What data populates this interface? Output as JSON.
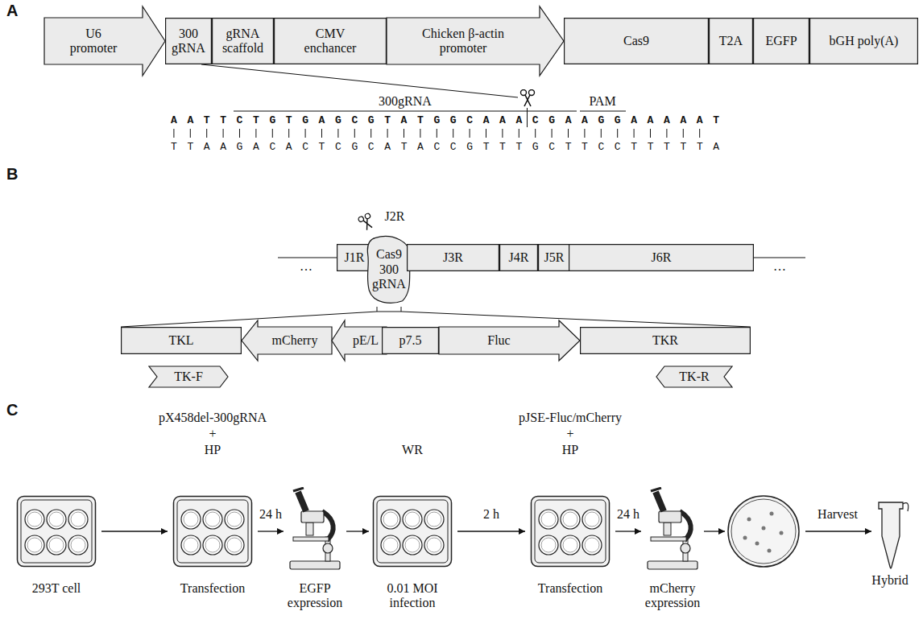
{
  "diagram": {
    "nodes": [
      {
        "text": [
          "U6 promoter"
        ]
      },
      {
        "text": [
          "300 gRNA"
        ]
      },
      {
        "text": [
          "gRNA scaffold"
        ]
      },
      {
        "text": [
          "CMV enchancer"
        ]
      },
      {
        "text": [
          "Chicken β-actin promoter"
        ]
      },
      {
        "text": [
          "Cas9"
        ]
      },
      {
        "text": [
          "T2A"
        ]
      },
      {
        "text": [
          "EGFP"
        ]
      },
      {
        "text": [
          "bGH poly(A)"
        ]
      },
      {
        "text": [
          "J1R"
        ]
      },
      {
        "text": [
          "Cas9 300 gRNA"
        ]
      },
      {
        "text": [
          "J3R"
        ]
      },
      {
        "text": [
          "J4R"
        ]
      },
      {
        "text": [
          "J5R"
        ]
      },
      {
        "text": [
          "J6R"
        ]
      },
      {
        "text": [
          "TKL"
        ]
      },
      {
        "text": [
          "mCherry"
        ]
      },
      {
        "text": [
          "pE/L"
        ]
      },
      {
        "text": [
          "p7.5"
        ]
      },
      {
        "text": [
          "Fluc"
        ]
      },
      {
        "text": [
          "TKR"
        ]
      },
      {
        "text": [
          "TK-F"
        ]
      },
      {
        "text": [
          "TK-R"
        ]
      }
    ],
    "labels": [
      "A",
      "300gRNA",
      "PAM",
      "A A T T",
      "C T G T G A G C G T A T G G C A A A C G A A G G",
      "A A A A A T",
      "T T A A G A C A C T C G C A T A C C G T T T G C T T C C T T T T T A",
      "B",
      "J2R",
      "…",
      "…",
      "C",
      "pX458del-300gRNA",
      "+",
      "HP",
      "WR",
      "pJSE-Fluc/mCherry",
      "+",
      "HP",
      "24 h",
      "2 h",
      "24 h",
      "Harvest",
      "293T cell",
      "Transfection",
      "EGFP expression",
      "0.01 MOI infection",
      "Transfection",
      "mCherry expression",
      "Hybrid"
    ]
  }
}
